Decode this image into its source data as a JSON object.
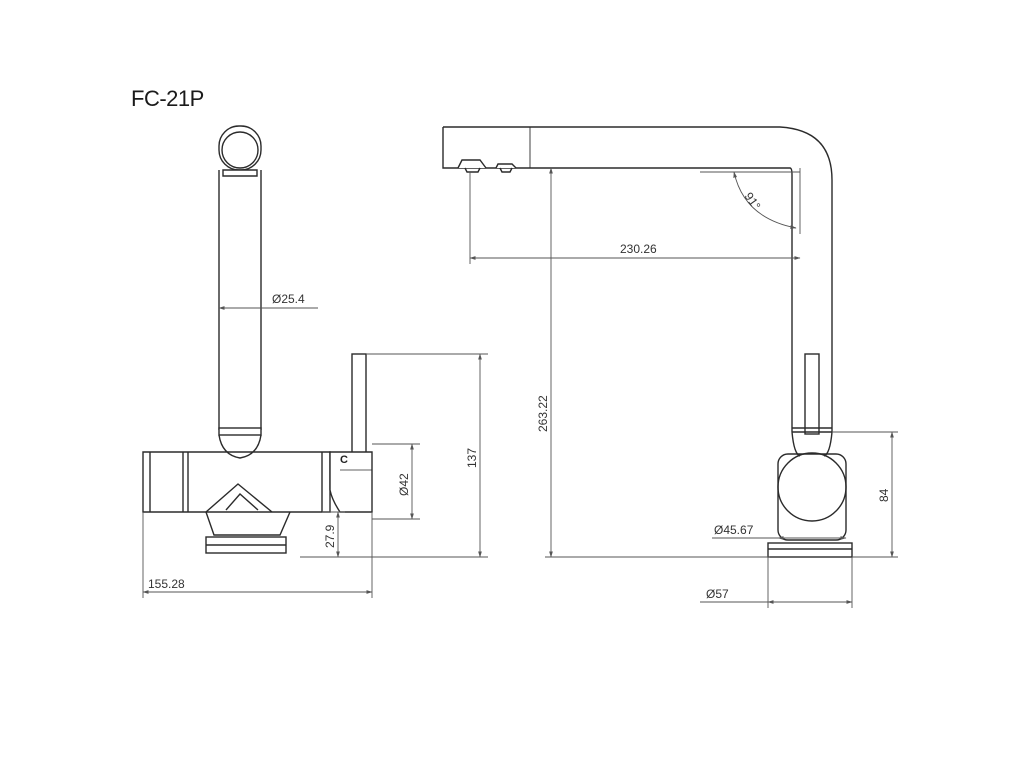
{
  "drawing": {
    "model": "FC-21P",
    "front_view": {
      "spout_diameter": "Ø25.4",
      "body_diameter": "Ø42",
      "handle_height": "137",
      "base_height": "27.9",
      "overall_width": "155.28",
      "handle_label": "C"
    },
    "side_view": {
      "spout_angle": "91°",
      "spout_reach": "230.26",
      "overall_height": "263.22",
      "body_height": "84",
      "body_diameter": "Ø45.67",
      "base_diameter": "Ø57"
    }
  },
  "colors": {
    "line": "#2b2b2b",
    "dim_line": "#555555",
    "background": "#ffffff"
  }
}
